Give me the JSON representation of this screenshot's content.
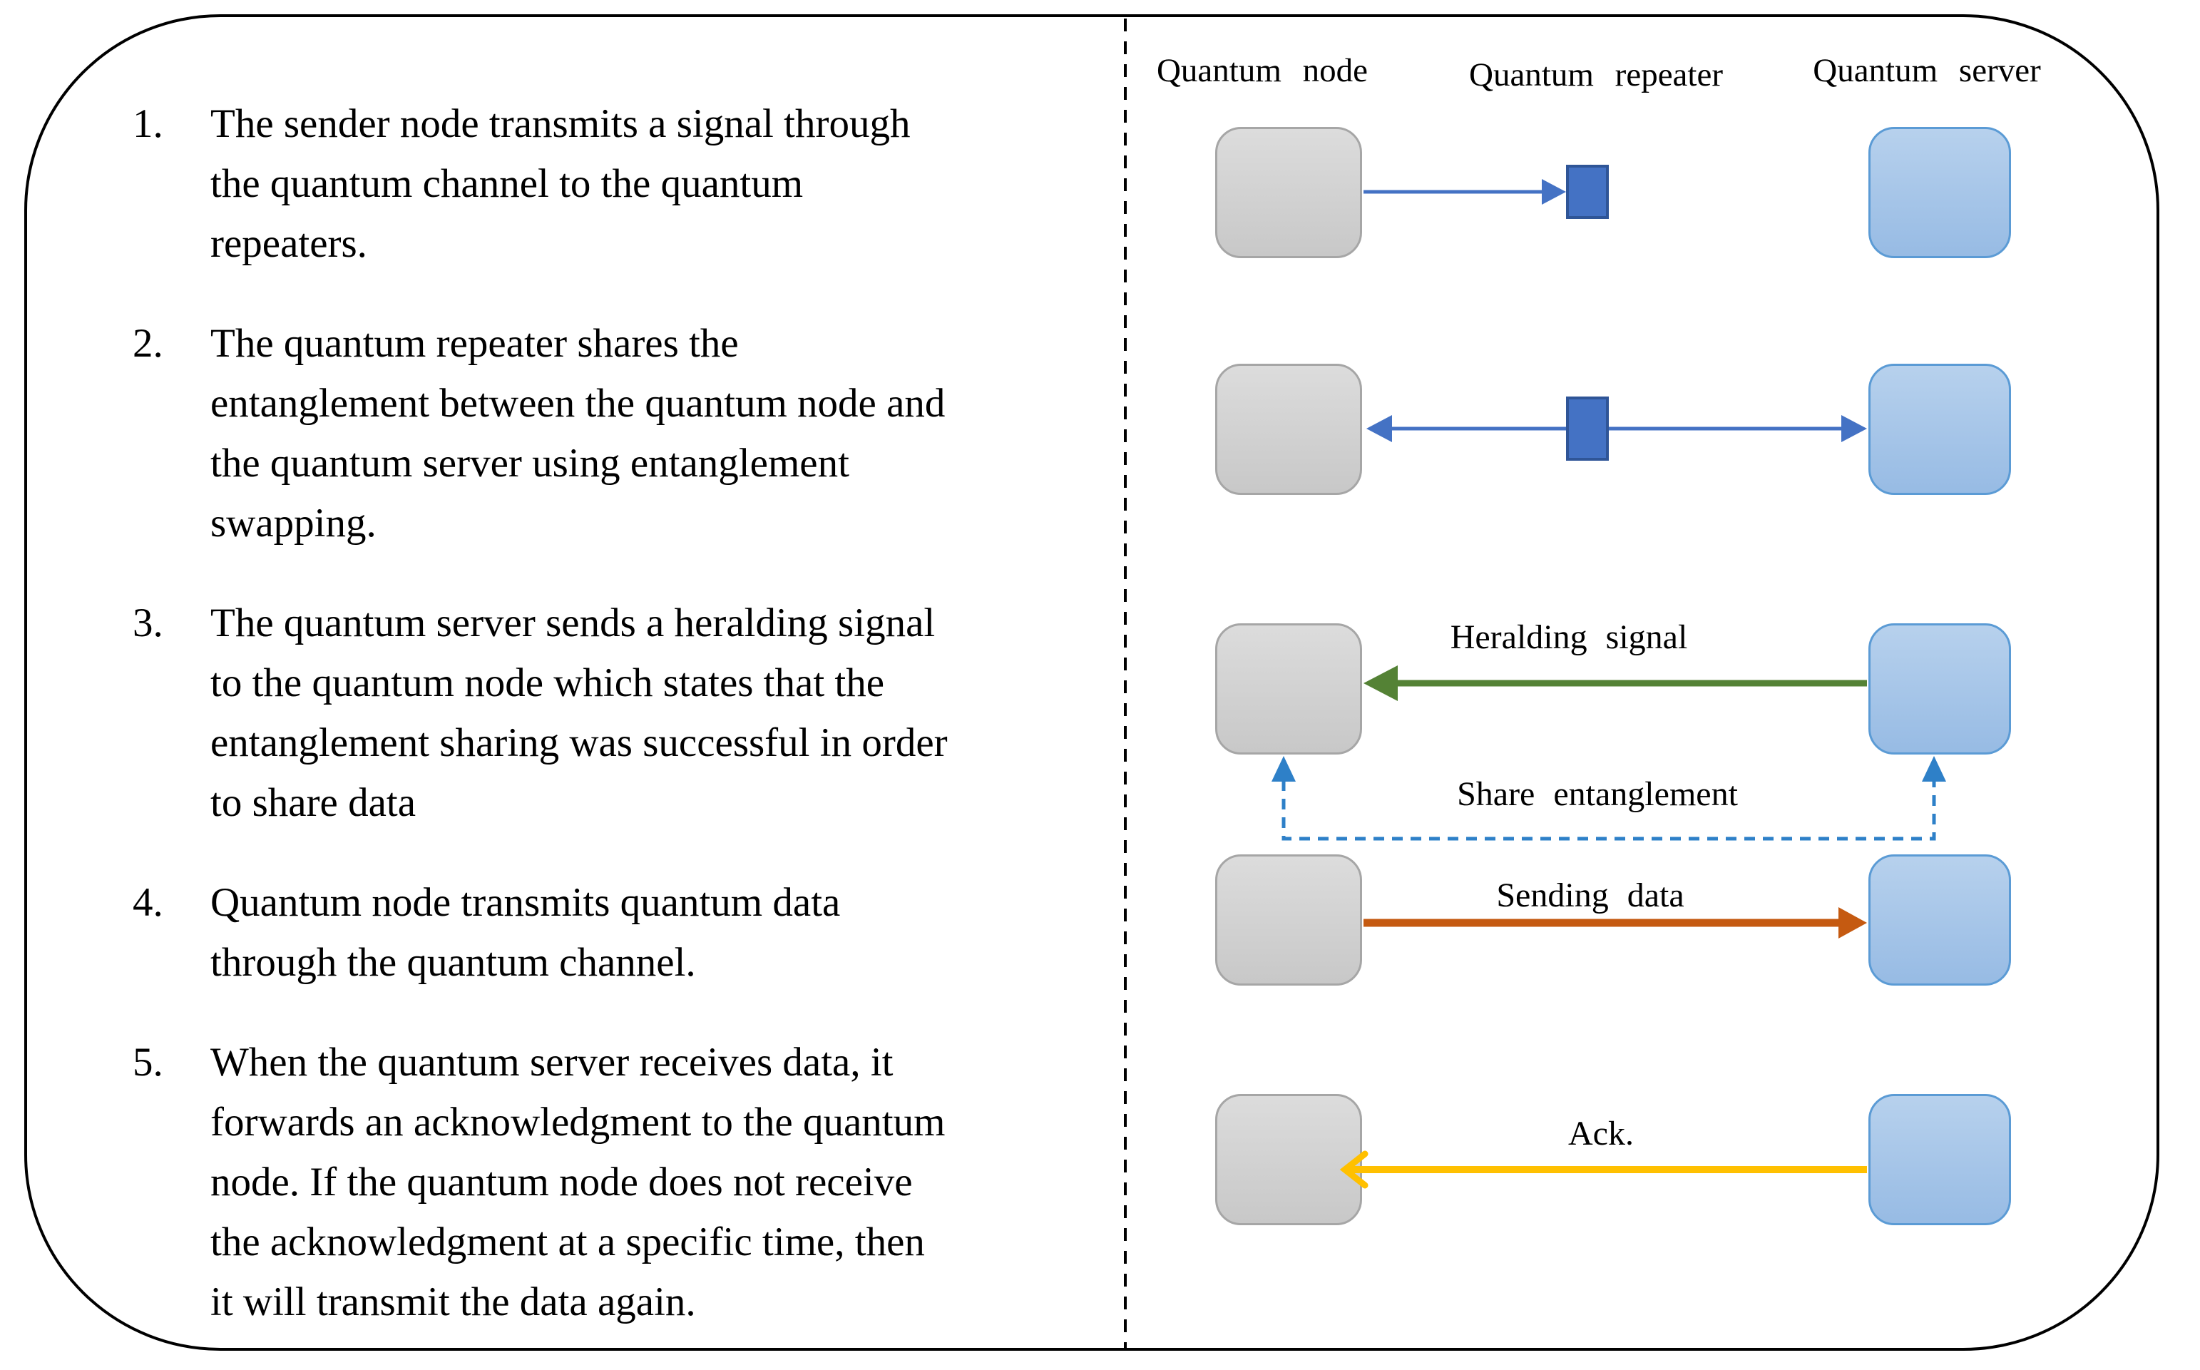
{
  "steps": [
    {
      "number": "1.",
      "text": "The sender node transmits a signal through\nthe quantum channel to the quantum\nrepeaters."
    },
    {
      "number": "2.",
      "text": "The quantum repeater shares the\nentanglement between the quantum node and\nthe quantum server using entanglement\nswapping."
    },
    {
      "number": "3.",
      "text": "The quantum server sends a heralding signal\nto the quantum node which states that the\nentanglement sharing was successful in order\nto share data"
    },
    {
      "number": "4.",
      "text": "Quantum node transmits quantum data\nthrough the quantum channel."
    },
    {
      "number": "5.",
      "text": "When the quantum server receives data, it\nforwards an acknowledgment to the quantum\nnode. If the quantum node does not receive\nthe acknowledgment at a specific time, then\nit will transmit the data again."
    }
  ],
  "diagram": {
    "columns": {
      "node": "Quantum node",
      "repeater": "Quantum repeater",
      "server": "Quantum server"
    },
    "labels": {
      "heralding": "Heralding signal",
      "share": "Share entanglement",
      "sending": "Sending data",
      "ack": "Ack."
    },
    "colors": {
      "accent_blue": "#4472C4",
      "green_arrow": "#548235",
      "orange_arrow": "#C55A11",
      "yellow_arrow": "#FFC000",
      "dash_blue": "#2E80C8",
      "node_fill_top": "#DCDCDC",
      "node_fill_bottom": "#C8C8C8",
      "node_border": "#A6A6A6",
      "server_fill_top": "#B7D1ED",
      "server_fill_bottom": "#97BBE4",
      "server_border": "#5B9BD5",
      "repeater_fill": "#4472C4",
      "repeater_border": "#2F5597"
    }
  }
}
